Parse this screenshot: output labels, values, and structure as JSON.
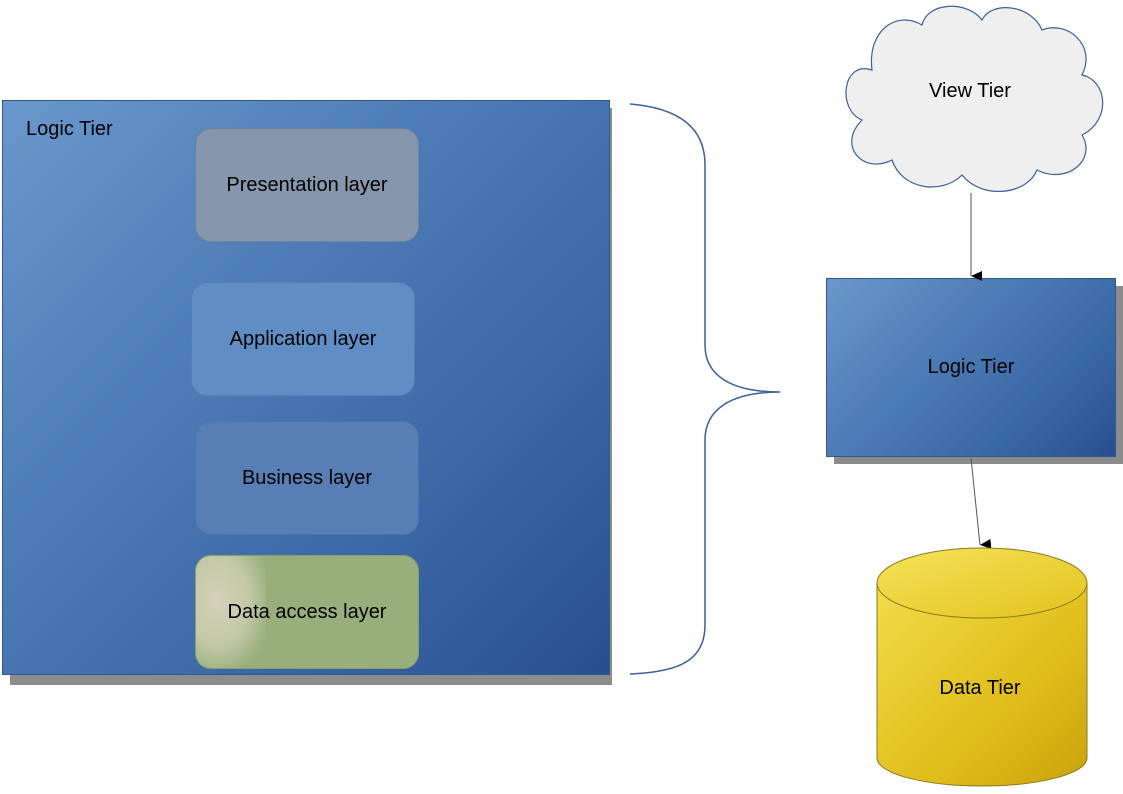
{
  "diagram": {
    "container": {
      "label": "Logic Tier"
    },
    "layers": [
      {
        "id": "presentation",
        "label": "Presentation layer"
      },
      {
        "id": "application",
        "label": "Application layer"
      },
      {
        "id": "business",
        "label": "Business layer"
      },
      {
        "id": "data_access",
        "label": "Data access layer"
      }
    ],
    "tiers": {
      "view": {
        "label": "View Tier",
        "shape": "cloud"
      },
      "logic": {
        "label": "Logic Tier",
        "shape": "rectangle"
      },
      "data": {
        "label": "Data Tier",
        "shape": "cylinder"
      }
    },
    "edges": [
      {
        "from": "View Tier",
        "to": "Logic Tier"
      },
      {
        "from": "Logic Tier",
        "to": "Data Tier"
      }
    ],
    "colors": {
      "tier_blue": "#3b67a6",
      "presentation": "#8696ad",
      "application": "#5f8dc4",
      "business": "#577fb5",
      "data_access": "#98af7c",
      "cloud_fill": "#efefef",
      "cylinder_fill": "#e8c420",
      "brace": "#3a5f9a"
    }
  }
}
